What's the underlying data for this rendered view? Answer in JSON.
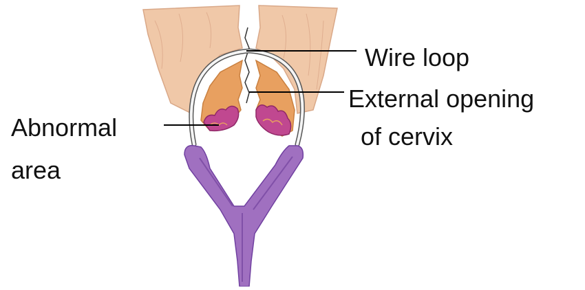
{
  "labels": {
    "wire_loop": "Wire loop",
    "external_opening_line1": "External opening",
    "external_opening_line2": "of cervix",
    "abnormal_area_line1": "Abnormal",
    "abnormal_area_line2": "area"
  },
  "colors": {
    "tissue": "#f0c8a8",
    "tissue_texture": "#dca88a",
    "cervix_lip": "#e8a060",
    "abnormal_area": "#c04890",
    "wire": "#c8c8c8",
    "handle": "#a070c0",
    "handle_dark": "#8050a8",
    "leader_line": "#000000"
  }
}
